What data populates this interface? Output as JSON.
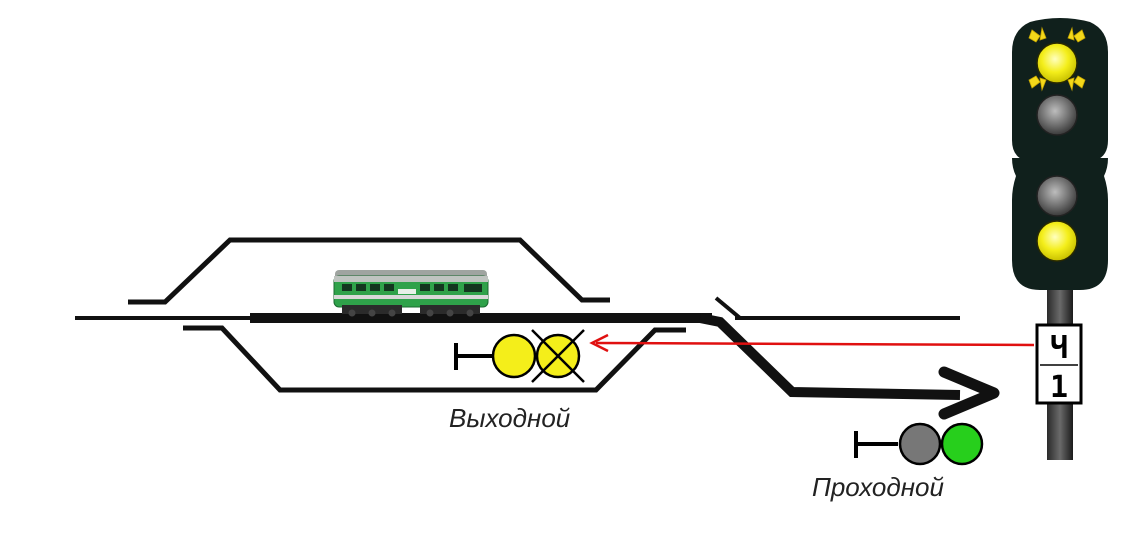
{
  "labels": {
    "exit_signal": "Выходной",
    "block_signal": "Проходной"
  },
  "mast_plate": {
    "top": "Ч",
    "bottom": "1"
  },
  "colors": {
    "track": "#111111",
    "yellow": "#f4ee1a",
    "green": "#27cf1c",
    "unlit_gray": "#777777",
    "head_body": "#10201c",
    "arrow_red": "#e01010",
    "locomotive": "#2fa24a"
  }
}
